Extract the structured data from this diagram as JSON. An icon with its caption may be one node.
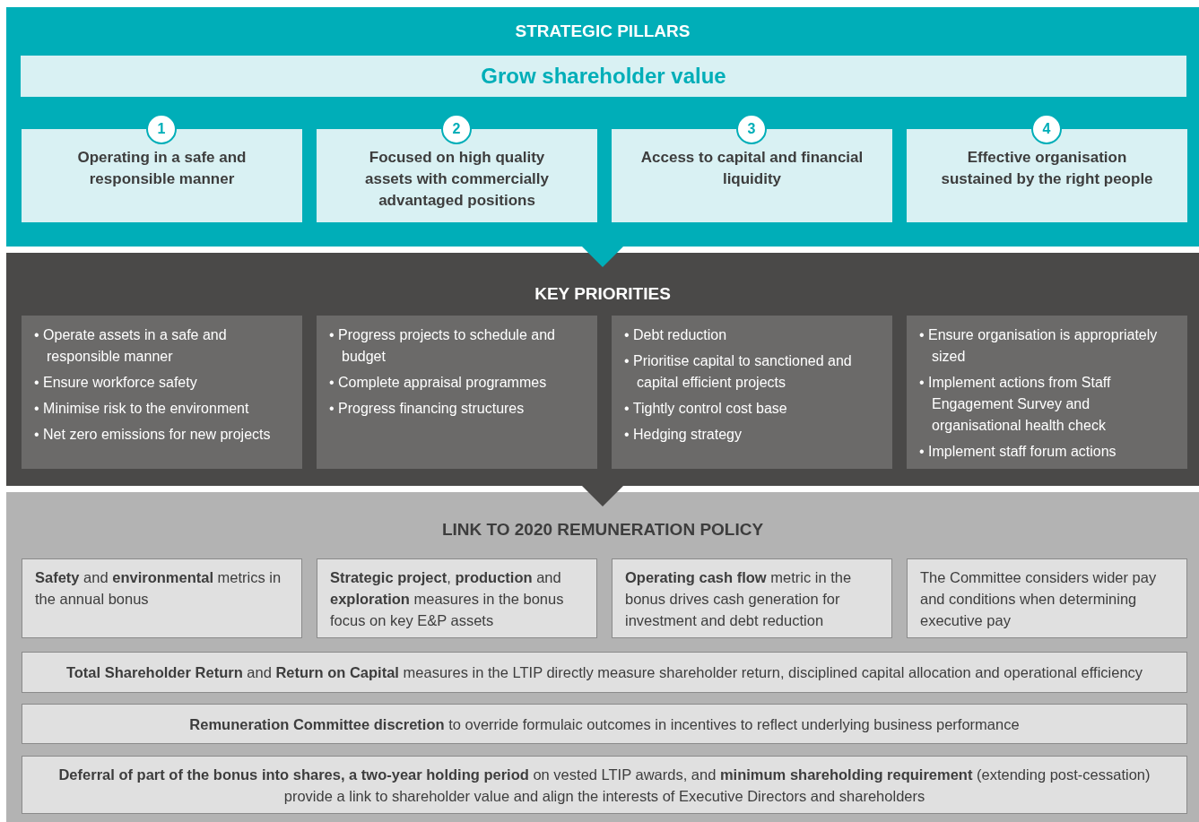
{
  "diagram": {
    "nodes": [
      {
        "text": [
          "STRATEGIC PILLARS"
        ]
      },
      {
        "text": [
          "Grow shareholder value"
        ],
        "in": 0
      },
      {
        "text": [
          "1",
          "Operating in a safe and responsible manner"
        ],
        "in": 0
      },
      {
        "text": [
          "2",
          "Focused on high quality assets with commercially advantaged positions"
        ],
        "in": 0
      },
      {
        "text": [
          "3",
          "Access to capital and financial liquidity"
        ],
        "in": 0
      },
      {
        "text": [
          "4",
          "Effective organisation sustained by the right people"
        ],
        "in": 0
      },
      {
        "text": [
          "KEY PRIORITIES"
        ]
      },
      {
        "text": [
          "• Operate assets in a safe and responsible manner",
          "• Ensure workforce safety",
          "• Minimise risk to the environment",
          "• Net zero emissions for new projects"
        ],
        "in": 6
      },
      {
        "text": [
          "• Progress projects to schedule and budget",
          "• Complete appraisal programmes",
          "• Progress financing structures"
        ],
        "in": 6
      },
      {
        "text": [
          "• Debt reduction",
          "• Prioritise capital to sanctioned and capital efficient projects",
          "• Tightly control cost base",
          "• Hedging strategy"
        ],
        "in": 6
      },
      {
        "text": [
          "• Ensure organisation is appropriately sized",
          "• Implement actions from Staff Engagement Survey and organisational health check",
          "• Implement staff forum actions"
        ],
        "in": 6
      },
      {
        "text": [
          "LINK TO 2020 REMUNERATION POLICY"
        ]
      },
      {
        "text": [
          "**Safety** and **environmental** metrics in the annual bonus"
        ],
        "in": 11
      },
      {
        "text": [
          "**Strategic project**, **production** and **exploration** measures in the bonus focus on key E&P assets"
        ],
        "in": 11
      },
      {
        "text": [
          "**Operating cash flow** metric in the bonus drives cash generation for investment and debt reduction"
        ],
        "in": 11
      },
      {
        "text": [
          "The Committee considers wider pay and conditions when determining executive pay"
        ],
        "in": 11
      },
      {
        "text": [
          "**Total Shareholder Return** and **Return on Capital** measures in the LTIP directly measure shareholder return, disciplined capital allocation and operational efficiency"
        ],
        "in": 11
      },
      {
        "text": [
          "**Remuneration Committee discretion** to override formulaic outcomes in incentives to reflect underlying business performance"
        ],
        "in": 11
      },
      {
        "text": [
          "**Deferral of part of the bonus into shares, a two-year holding period** on vested LTIP awards, and **minimum shareholding requirement** (extending post-cessation) provide a link to shareholder value and align the interests of Executive Directors and shareholders"
        ],
        "in": 11
      }
    ],
    "edges": [
      {
        "from": 0,
        "to": 6,
        "arrow": "to"
      },
      {
        "from": 6,
        "to": 11,
        "arrow": "to"
      }
    ]
  }
}
